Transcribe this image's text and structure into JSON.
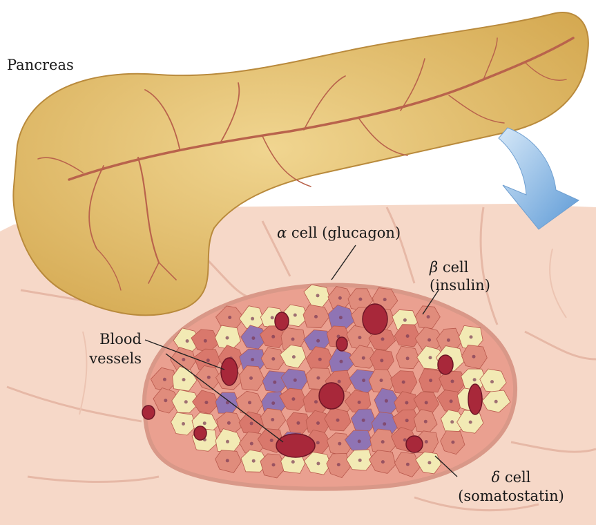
{
  "labels": {
    "pancreas": "Pancreas",
    "alpha_symbol": "α",
    "alpha_text": "cell (glucagon)",
    "beta_symbol": "β",
    "beta_text": "cell",
    "beta_hormone": "(insulin)",
    "blood_line1": "Blood",
    "blood_line2": "vessels",
    "delta_symbol": "δ",
    "delta_text": "cell",
    "delta_hormone": "(somatostatin)"
  },
  "colors": {
    "pancreas": "#e2c074",
    "tissue": "#f6d7c6",
    "alpha_cell": "#f2eab4",
    "beta_cell": "#d9786c",
    "delta_cell": "#8f74b4",
    "blood_vessel": "#a8283a",
    "arrow": "#7fb2e2"
  }
}
